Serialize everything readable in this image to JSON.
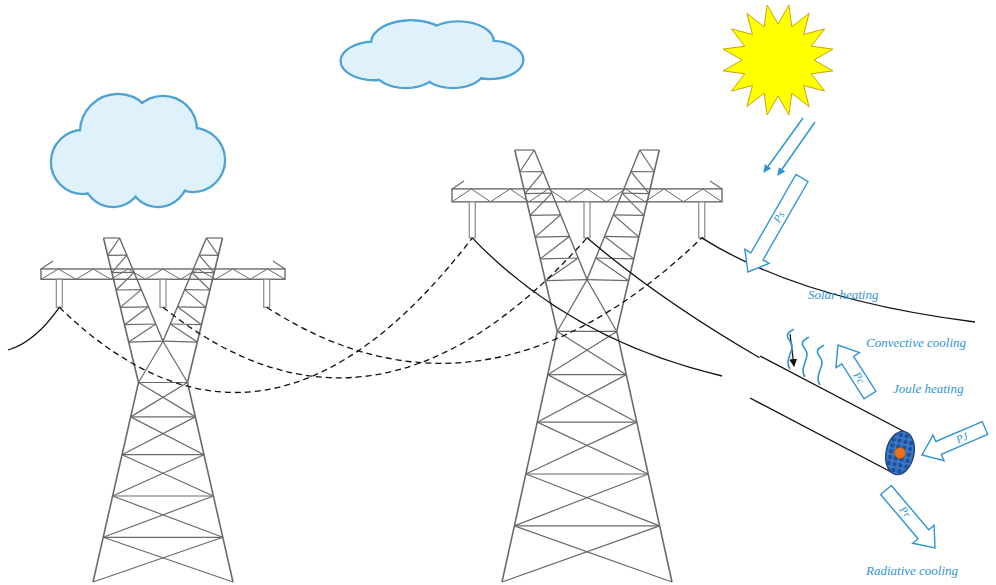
{
  "diagram": {
    "labels": [
      "Ps",
      "Solar heating",
      "Pc",
      "Convective cooling",
      "Joule heating",
      "PJ",
      "Pr",
      "Radiative cooling"
    ]
  }
}
